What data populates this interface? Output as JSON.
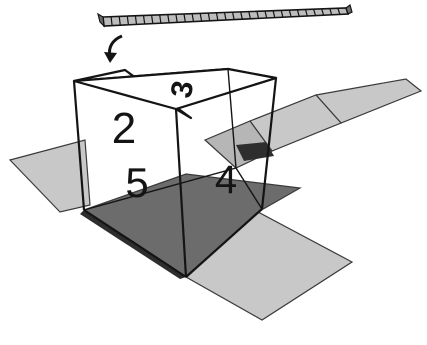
{
  "cube": {
    "face_numbers": {
      "top": "3",
      "front": "2",
      "left": "5",
      "right": "4"
    }
  },
  "colors": {
    "outline": "#141414",
    "light_square": "#c8c8c8",
    "mid_square": "#b6b6b6",
    "dark_square": "#6c6c6c",
    "hinge_band": "#2e2e2e",
    "ruler_fill": "#bdbdbd",
    "background": "#ffffff"
  }
}
